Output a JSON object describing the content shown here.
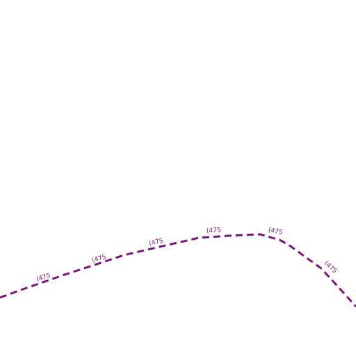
{
  "map": {
    "background_color": "#ffffff",
    "route": {
      "ref": "(475",
      "color": "#7b1479",
      "style": "dashed"
    },
    "route_labels": [
      {
        "text": "(475"
      },
      {
        "text": "(475"
      },
      {
        "text": "(475"
      },
      {
        "text": "(475"
      },
      {
        "text": "(475"
      },
      {
        "text": "(475"
      }
    ]
  }
}
